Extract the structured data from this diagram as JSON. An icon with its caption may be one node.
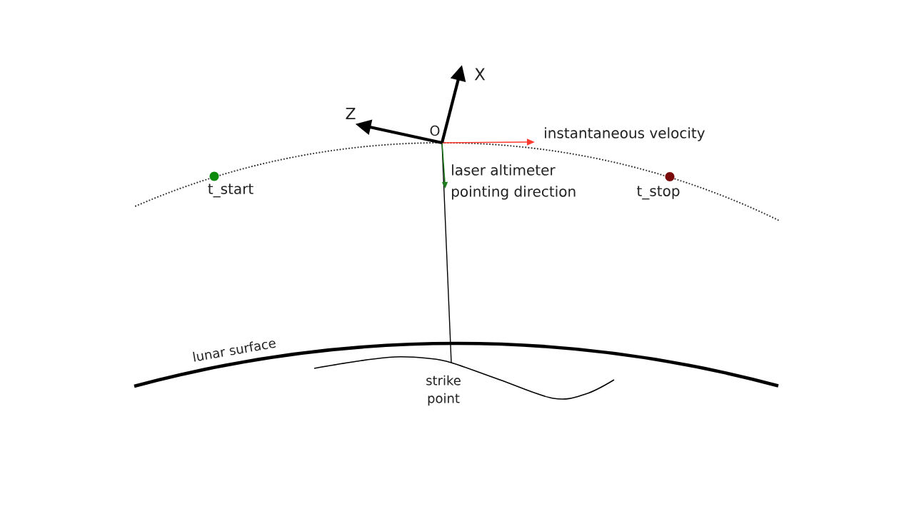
{
  "diagram": {
    "labels": [
      "X",
      "Z",
      "O",
      "instantaneous velocity",
      "t_start",
      "laser altimeter pointing direction",
      "t_stop",
      "lunar surface",
      "strike point"
    ]
  }
}
